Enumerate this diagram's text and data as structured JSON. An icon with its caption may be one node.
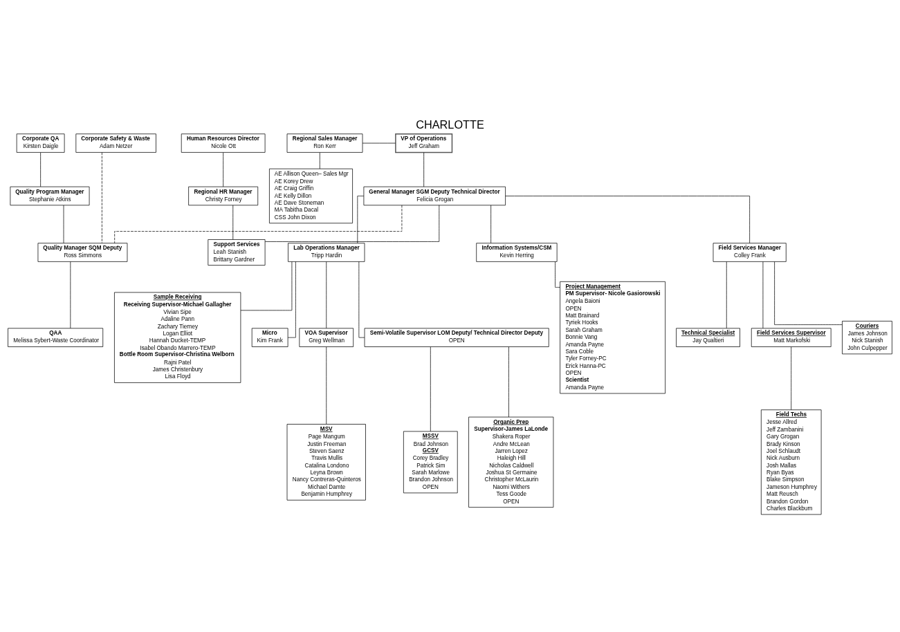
{
  "diagram": {
    "title": "CHARLOTTE",
    "nodes": [
      {
        "text": [
          "VP of Operations",
          "Jeff Graham"
        ]
      },
      {
        "text": [
          "Regional Sales Manager",
          "Ron Kerr"
        ]
      },
      {
        "text": [
          "AE Allison Queen– Sales Mgr",
          "AE Korey Drew",
          "AE Craig Griffin",
          "AE Kelly Dillon",
          "AE Dave Stoneman",
          "MA Tabitha Dacal",
          "CSS John Dixon"
        ]
      },
      {
        "text": [
          "General Manager SGM Deputy Technical Director",
          "Felicia Grogan"
        ]
      },
      {
        "text": [
          "Corporate QA",
          "Kirsten Daigle"
        ]
      },
      {
        "text": [
          "Corporate Safety & Waste",
          "Adam Netzer"
        ]
      },
      {
        "text": [
          "Quality Program Manager",
          "Stephanie Atkins"
        ]
      },
      {
        "text": [
          "Quality Manager SQM Deputy",
          "Ross Simmons"
        ]
      },
      {
        "text": [
          "QAA",
          "Melissa Sybert-Waste Coordinator"
        ]
      },
      {
        "text": [
          "Lab Operations Manager",
          "Tripp Hardin"
        ]
      },
      {
        "text": [
          "Information Systems/CSM",
          "Kevin Herring"
        ]
      },
      {
        "text": [
          "Human Resources Director",
          "Nicole Ott"
        ]
      },
      {
        "text": [
          "Regional HR Manager",
          "Christy Forney"
        ]
      },
      {
        "text": [
          "Support Services",
          "Leah Stanish",
          "Brittany Gardner"
        ]
      },
      {
        "text": [
          "Micro",
          "Kim Frank"
        ]
      },
      {
        "text": [
          "Field Services Manager",
          "Colley Frank"
        ]
      },
      {
        "text": [
          "Couriers",
          "James Johnson",
          "Nick Stanish",
          "John Culpepper"
        ]
      },
      {
        "text": [
          "Technical Specialist",
          "Jay Qualtieri"
        ]
      },
      {
        "text": [
          "VOA Supervisor",
          "Greg Wellman"
        ]
      },
      {
        "text": [
          "Semi-Volatile Supervisor LOM Deputy/ Technical Director Deputy",
          "OPEN"
        ]
      },
      {
        "text": [
          "Sample Receiving",
          "Receiving Supervisor-Michael Gallagher",
          "Vivian Sipe",
          "Adaline Pann",
          "Zachary Tierney",
          "Logan Elliot",
          "Hannah Ducket-TEMP",
          "Isabel Obando Marrero-TEMP",
          "Bottle Room Supervisor-Christina Welborn",
          "Rajni Patel",
          "James Christenbury",
          "Lisa Floyd"
        ]
      },
      {
        "text": [
          "Project Management",
          "PM Supervisor- Nicole Gasiorowski",
          "Angela Baioni",
          "OPEN",
          "Matt Brainard",
          "Tyriek Hooks",
          "Sarah Graham",
          "Bonnie Vang",
          "Amanda Payne",
          "Sara Coble",
          "Tyler Forney-PC",
          "Erick Hanna-PC",
          "OPEN",
          "Scientist",
          "Amanda Payne"
        ]
      },
      {
        "text": [
          "Field Services Supervisor",
          "Matt Markofski"
        ]
      },
      {
        "text": [
          "MSV",
          "Page Mangum",
          "Justin Freeman",
          "Steven Saenz",
          "Travis Mullis",
          "Catalina Londono",
          "Leyna Brown",
          "Nancy Contreras-Quinteros",
          "Michael Damte",
          "Benjamin Humphrey"
        ]
      },
      {
        "text": [
          "MSSV",
          "Brad Johnson",
          "GCSV",
          "Corey Bradley",
          "Patrick Sim",
          "Sarah Marlowe",
          "Brandon Johnson",
          "OPEN"
        ]
      },
      {
        "text": [
          "Organic Prep",
          "Supervisor-James LaLonde",
          "Shakera Roper",
          "Andre McLean",
          "Jarren Lopez",
          "Haleigh Hill",
          "Nicholas Caldwell",
          "Joshua St Germaine",
          "Christopher McLaurin",
          "Naomi Withers",
          "Tess Goode",
          "OPEN"
        ]
      },
      {
        "text": [
          "Field Techs",
          "Jesse Allred",
          "Jeff Zambanini",
          "Gary Grogan",
          "Brady Kinson",
          "Joel Schlaudt",
          "Nick Ausburn",
          "Josh Mallas",
          "Ryan Byas",
          "Blake Simpson",
          "Jameson Humphrey",
          "Matt Reusch",
          "Brandon Gordon",
          "Charles Blackburn"
        ]
      }
    ],
    "edges": [
      {
        "from": 1,
        "to": 0,
        "arrow": "none"
      },
      {
        "from": 1,
        "to": 2,
        "arrow": "none"
      },
      {
        "from": 0,
        "to": 3,
        "arrow": "none"
      },
      {
        "from": 4,
        "to": 6,
        "arrow": "none"
      },
      {
        "from": 6,
        "to": 7,
        "arrow": "none"
      },
      {
        "from": 5,
        "to": 7,
        "arrow": "none",
        "style": "dashed"
      },
      {
        "from": 3,
        "to": 7,
        "arrow": "none",
        "style": "dashed"
      },
      {
        "from": 7,
        "to": 8,
        "arrow": "none"
      },
      {
        "from": 3,
        "to": 9,
        "arrow": "none"
      },
      {
        "from": 3,
        "to": 10,
        "arrow": "none"
      },
      {
        "from": 3,
        "to": 13,
        "arrow": "none"
      },
      {
        "from": 3,
        "to": 15,
        "arrow": "none"
      },
      {
        "from": 11,
        "to": 12,
        "arrow": "none"
      },
      {
        "from": 12,
        "to": 13,
        "arrow": "none"
      },
      {
        "from": 9,
        "to": 14,
        "arrow": "none"
      },
      {
        "from": 9,
        "to": 18,
        "arrow": "none"
      },
      {
        "from": 9,
        "to": 19,
        "arrow": "none"
      },
      {
        "from": 9,
        "to": 20,
        "arrow": "none"
      },
      {
        "from": 10,
        "to": 21,
        "arrow": "none"
      },
      {
        "from": 15,
        "to": 16,
        "arrow": "none"
      },
      {
        "from": 15,
        "to": 17,
        "arrow": "none"
      },
      {
        "from": 15,
        "to": 22,
        "arrow": "none"
      },
      {
        "from": 18,
        "to": 23,
        "arrow": "none"
      },
      {
        "from": 19,
        "to": 24,
        "arrow": "none"
      },
      {
        "from": 19,
        "to": 25,
        "arrow": "none"
      },
      {
        "from": 22,
        "to": 26,
        "arrow": "none"
      }
    ]
  }
}
